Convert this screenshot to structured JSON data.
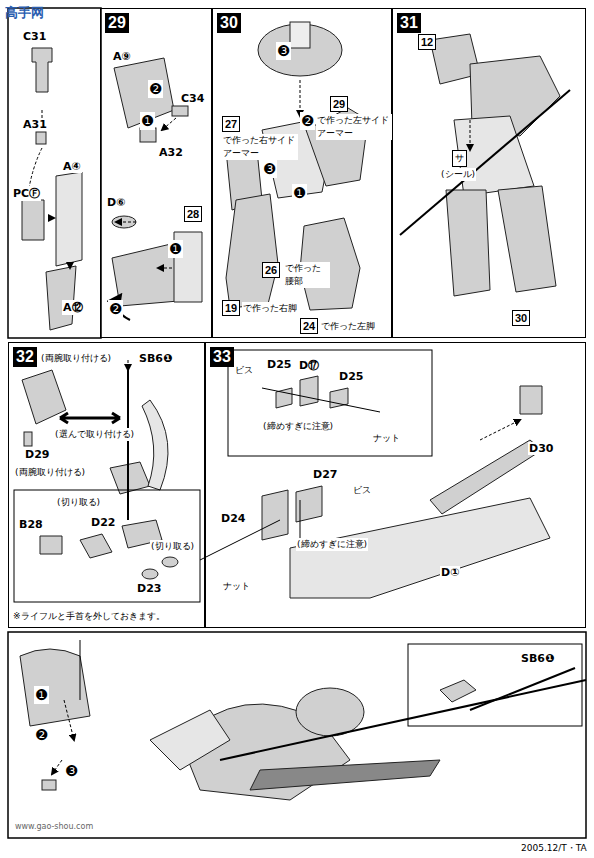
{
  "diagram": {
    "nodes": [
      {
        "text": [
          "29"
        ]
      },
      {
        "text": [
          "30"
        ]
      },
      {
        "text": [
          "31"
        ]
      },
      {
        "text": [
          "32"
        ]
      },
      {
        "text": [
          "33"
        ]
      }
    ],
    "labels": [
      "高手网",
      "C31",
      "A31",
      "PCⒻ",
      "A④",
      "A⑫",
      "A⑨",
      "❷",
      "C34",
      "❶",
      "A32",
      "D⑥",
      "❶",
      "28",
      "❷",
      "❸",
      "❷",
      "29",
      "で作った左サイドアーマー",
      "27",
      "で作った右サイドアーマー",
      "❸",
      "❶",
      "26",
      "で作った腰部",
      "19",
      "で作った右脚",
      "24",
      "で作った左脚",
      "12",
      "サ",
      "(シール)",
      "30",
      "(両腕取り付ける)",
      "(選んで取り付ける)",
      "D29",
      "(両腕取り付ける)",
      "SB6❶",
      "(切り取る)",
      "B28",
      "D22",
      "(切り取る)",
      "D23",
      "※ライフルと手首を外しておきます。",
      "ビス",
      "D25",
      "D⑰",
      "D25",
      "(締めすぎに注意)",
      "ナット",
      "D27",
      "ビス",
      "D24",
      "(締めすぎに注意)",
      "ナット",
      "D30",
      "D①",
      "❶",
      "❷",
      "❸",
      "SB6❶",
      "www.gao-shou.com",
      "2005.12/T・TA"
    ]
  }
}
